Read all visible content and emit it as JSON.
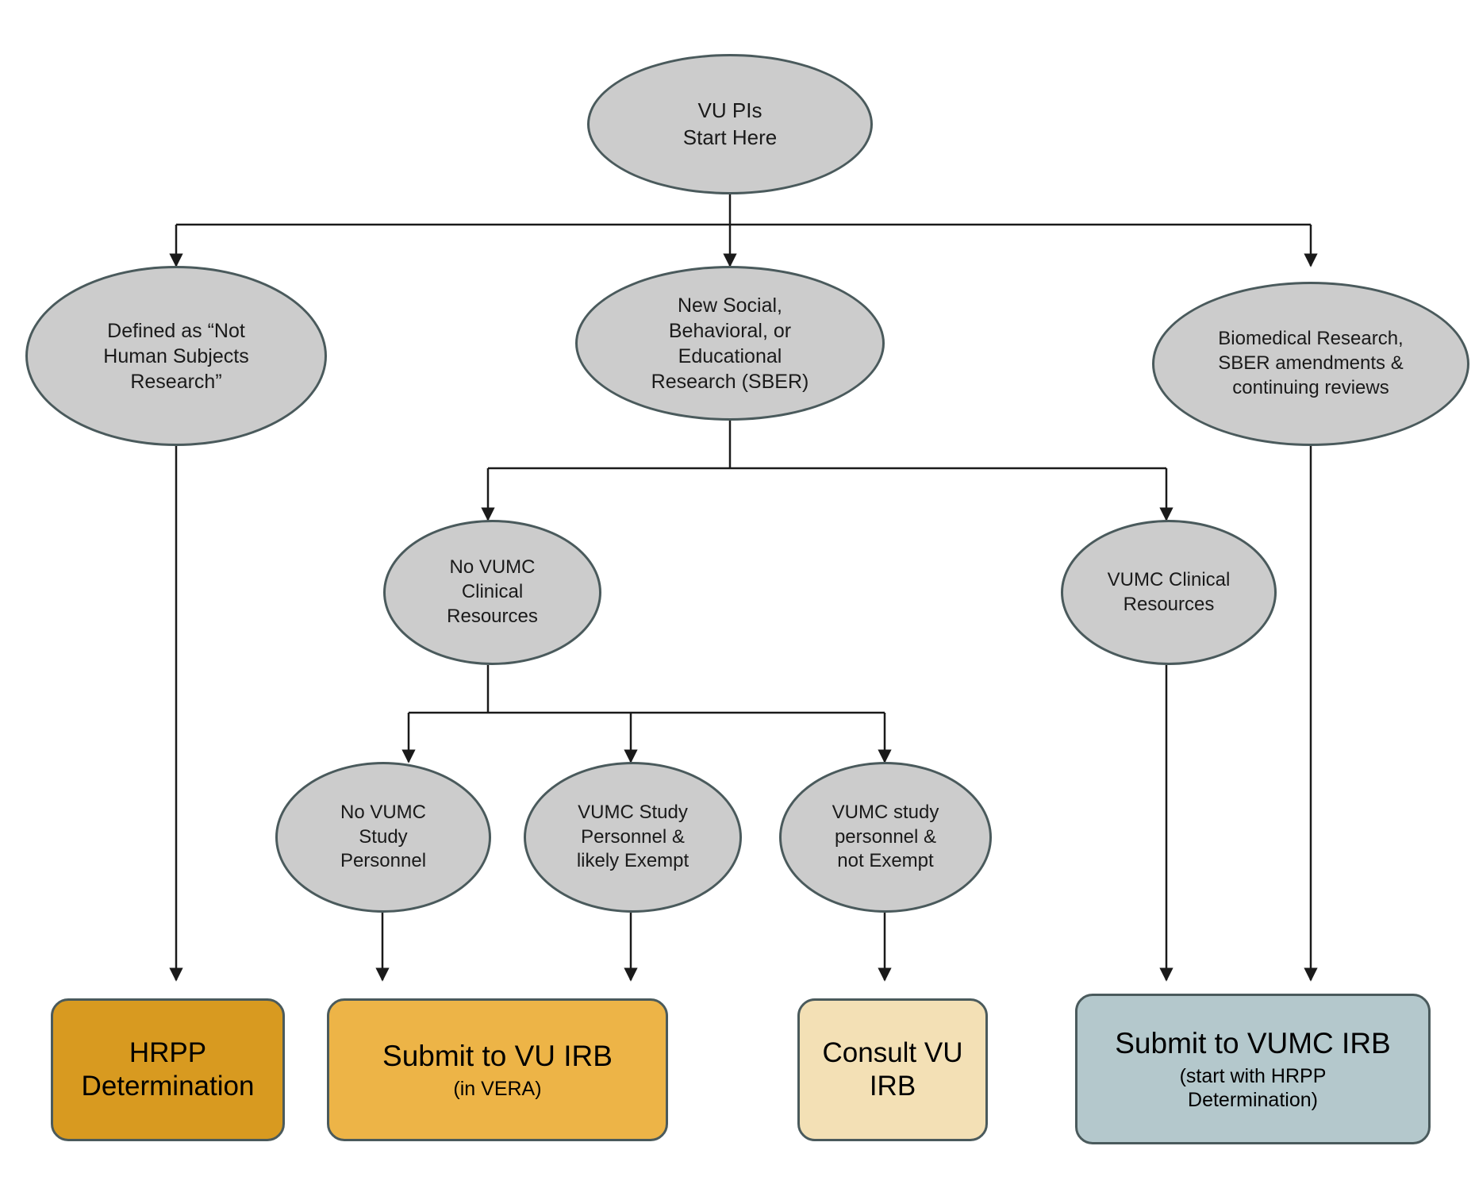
{
  "diagram": {
    "title": "VU PIs IRB submission decision flowchart",
    "colors": {
      "ellipse_fill": "#cccccc",
      "node_stroke": "#4a5a5c",
      "connector": "#1a1a1a",
      "hrpp_fill": "#d89a20",
      "vu_irb_fill": "#edb447",
      "consult_fill": "#f3e0b5",
      "vumc_irb_fill": "#b4c8cc"
    },
    "nodes": {
      "start": {
        "label": "VU PIs\nStart  Here"
      },
      "not_human_subjects": {
        "label": "Defined as “Not\nHuman Subjects\nResearch”"
      },
      "sber": {
        "label": "New Social,\nBehavioral, or\nEducational\nResearch (SBER)"
      },
      "biomedical": {
        "label": "Biomedical Research,\nSBER amendments &\ncontinuing reviews"
      },
      "no_vumc_clinical": {
        "label": "No VUMC\nClinical\nResources"
      },
      "vumc_clinical": {
        "label": "VUMC Clinical\nResources"
      },
      "no_vumc_personnel": {
        "label": "No VUMC\nStudy\nPersonnel"
      },
      "vumc_personnel_exempt": {
        "label": "VUMC Study\nPersonnel &\nlikely Exempt"
      },
      "vumc_personnel_not_exempt": {
        "label": "VUMC study\npersonnel &\nnot Exempt"
      }
    },
    "terminals": {
      "hrpp": {
        "main": "HRPP\nDetermination",
        "sub": ""
      },
      "vu_irb": {
        "main": "Submit to VU IRB",
        "sub": "(in VERA)"
      },
      "consult_vu_irb": {
        "main": "Consult VU\nIRB",
        "sub": ""
      },
      "vumc_irb": {
        "main": "Submit to VUMC IRB",
        "sub": "(start with HRPP\nDetermination)"
      }
    }
  }
}
